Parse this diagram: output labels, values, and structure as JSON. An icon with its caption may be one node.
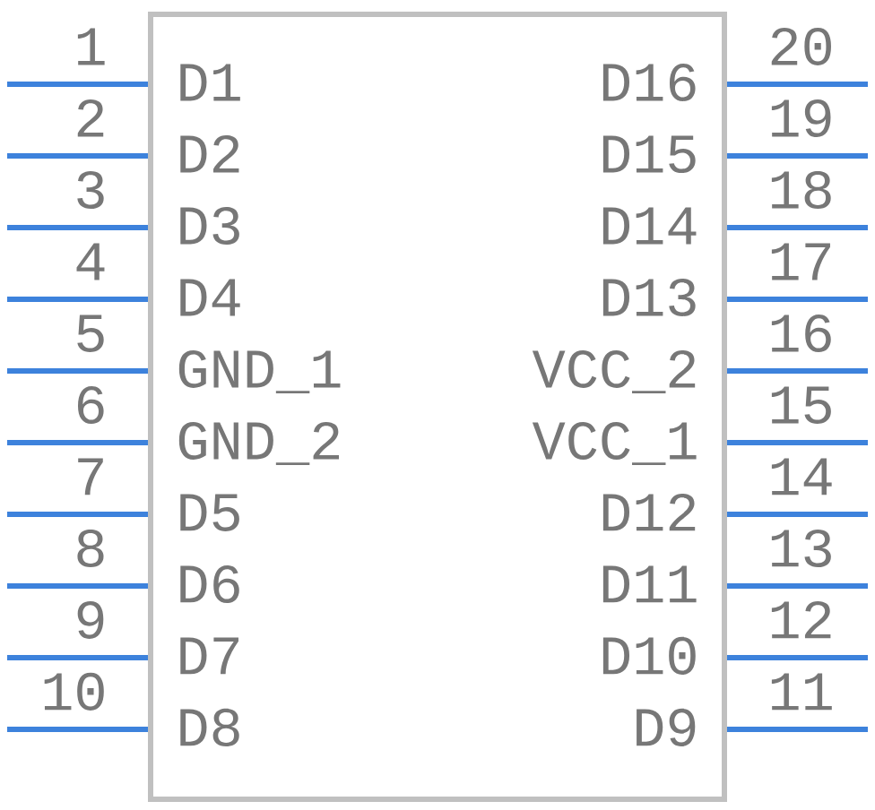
{
  "diagram": {
    "nodes": [
      {
        "text": [
          "D1",
          "D2",
          "D3",
          "D4",
          "GND_1",
          "GND_2",
          "D5",
          "D6",
          "D7",
          "D8",
          "D16",
          "D15",
          "D14",
          "D13",
          "VCC_2",
          "VCC_1",
          "D12",
          "D11",
          "D10",
          "D9"
        ]
      }
    ],
    "labels": [
      "1",
      "2",
      "3",
      "4",
      "5",
      "6",
      "7",
      "8",
      "9",
      "10",
      "20",
      "19",
      "18",
      "17",
      "16",
      "15",
      "14",
      "13",
      "12",
      "11"
    ]
  }
}
